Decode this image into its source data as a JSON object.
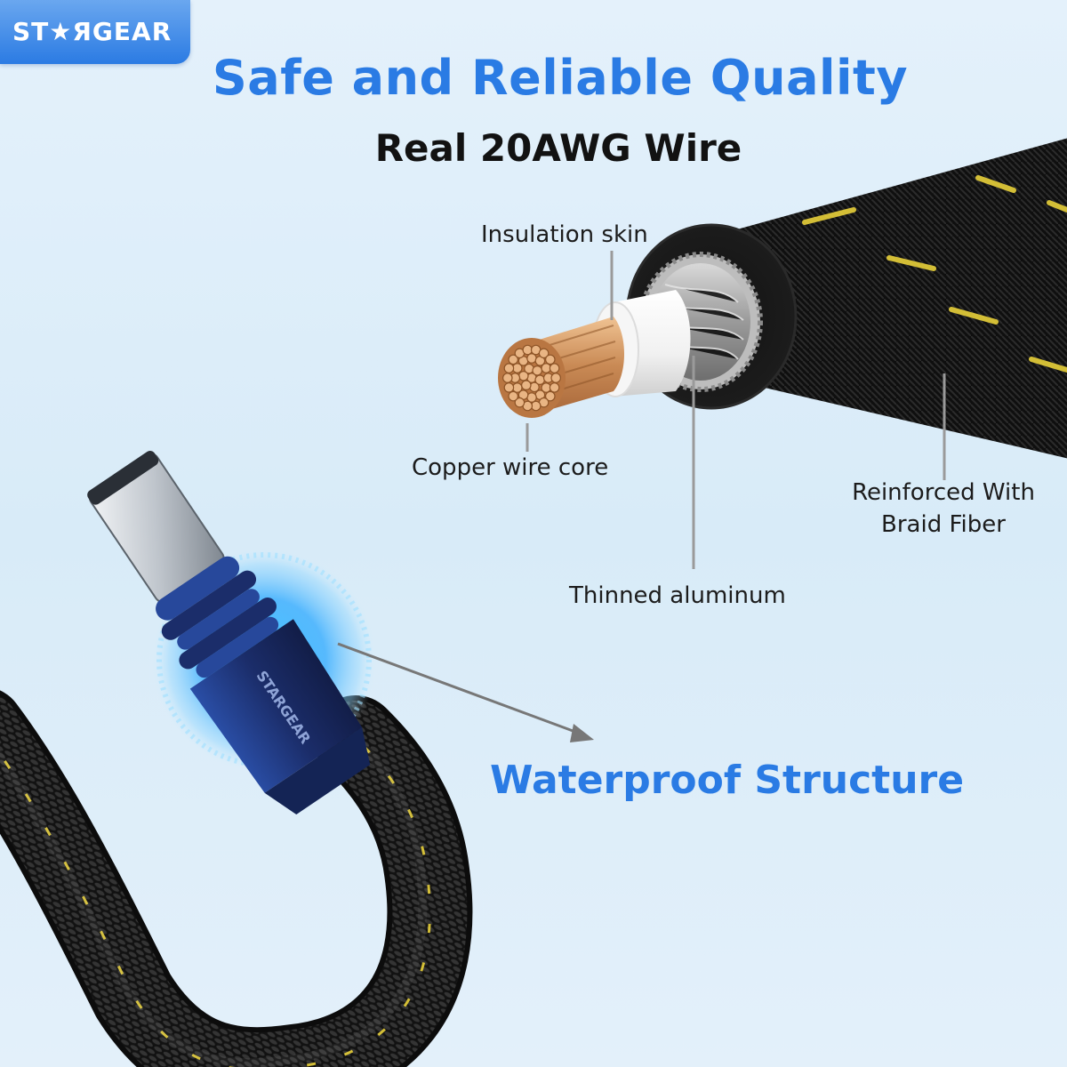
{
  "logo": {
    "text": "ST★ЯGEAR"
  },
  "headline": "Safe and Reliable Quality",
  "subhead": "Real 20AWG Wire",
  "labels": {
    "insulation_skin": "Insulation skin",
    "copper_wire_core": "Copper wire core",
    "braid_line1": "Reinforced With",
    "braid_line2": "Braid Fiber",
    "thinned_aluminum": "Thinned aluminum"
  },
  "callout": "Waterproof Structure",
  "colors": {
    "accent_blue": "#2a7be4",
    "background": "#e4f1fb",
    "braid_black": "#141414",
    "braid_yellow": "#e8d03a",
    "copper": "#c88a56",
    "connector_navy": "#1b2d6a",
    "glow_blue": "#27a8ff"
  }
}
